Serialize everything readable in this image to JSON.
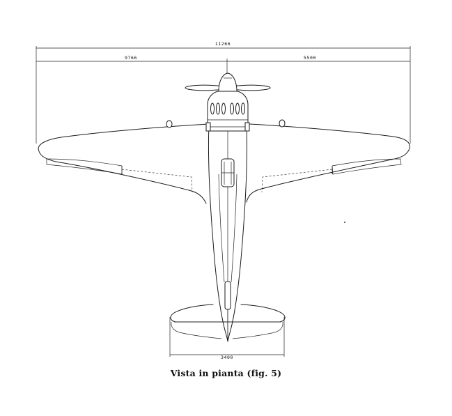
{
  "dimensions": {
    "overall_span": "11266",
    "left_span": "9766",
    "right_span": "5500",
    "tailplane_span": "3400"
  },
  "caption": "Vista in pianta (fig. 5)"
}
